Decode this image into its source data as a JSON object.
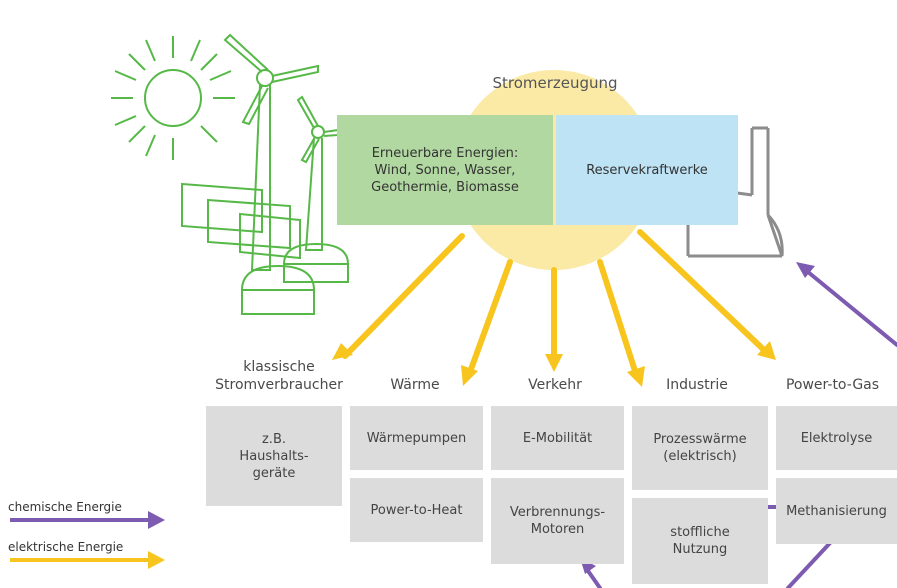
{
  "center_title": "Stromerzeugung",
  "renewables_label": "Erneuerbare Energien:\nWind, Sonne, Wasser,\nGeothermie, Biomasse",
  "reserve_label": "Reservekraftwerke",
  "categories": {
    "classic": "klassische\nStromverbraucher",
    "heat": "Wärme",
    "transport": "Verkehr",
    "industry": "Industrie",
    "p2g": "Power-to-Gas"
  },
  "boxes": {
    "household": "z.B.\nHaushalts-\ngeräte",
    "heat_pumps": "Wärmepumpen",
    "power_to_heat": "Power-to-Heat",
    "e_mobility": "E-Mobilität",
    "combustion": "Verbrennungs-\nMotoren",
    "process_heat": "Prozesswärme\n(elektrisch)",
    "material_use": "stoffliche\nNutzung",
    "electrolysis": "Elektrolyse",
    "methanation": "Methanisierung"
  },
  "legend": {
    "chemical": "chemische Energie",
    "electrical": "elektrische Energie"
  },
  "colors": {
    "electrical": "#f7c51e",
    "chemical": "#7d5bb0",
    "renewables": "#b2d8a2",
    "reserve": "#bde3f4",
    "sun_circle": "#fbe9a6",
    "boxes": "#dcdcdc",
    "green_line": "#56b947",
    "plant_gray": "#8c8c8c"
  }
}
